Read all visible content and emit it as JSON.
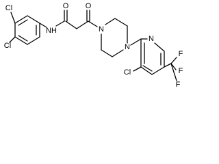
{
  "structure": {
    "atoms": {
      "cl_top": "Cl",
      "cl_left": "Cl",
      "nh": "NH",
      "amide_o": "O",
      "ketone_o": "O",
      "pip_n_upper": "N",
      "pip_n_lower": "N",
      "pyridine_n": "N",
      "pyridine_cl": "Cl",
      "cf3_f_top": "F",
      "cf3_f_mid": "F",
      "cf3_f_bottom": "F"
    },
    "colors": {
      "ink": "#000000",
      "background": "#ffffff"
    }
  }
}
